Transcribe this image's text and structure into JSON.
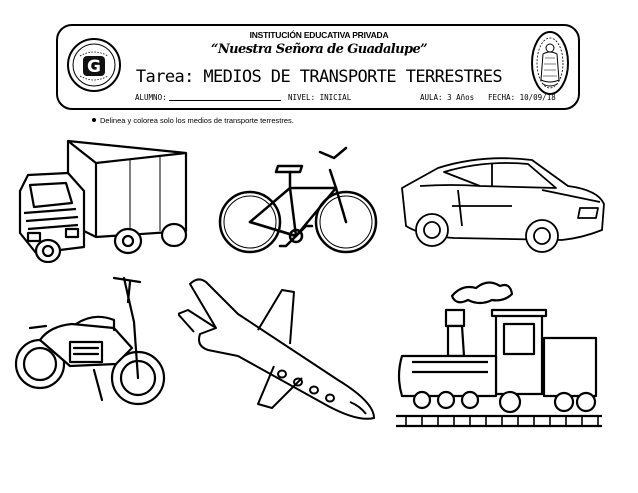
{
  "header": {
    "school_name": "INSTITUCIÓN EDUCATIVA PRIVADA",
    "school_motto": "“Nuestra Señora de Guadalupe”",
    "title": "Tarea: MEDIOS DE TRANSPORTE TERRESTRES",
    "alumno_label": "ALUMNO:",
    "nivel": "NIVEL: INICIAL",
    "aula": "AULA: 3 Años",
    "fecha": "FECHA: 10/09/18",
    "left_logo_letter": "G",
    "left_logo_icon": "school-crest-icon",
    "right_logo_icon": "virgin-guadalupe-icon"
  },
  "instruction": "Delinea y colorea solo los medios de transporte terrestres.",
  "vehicles": [
    {
      "icon": "truck-icon"
    },
    {
      "icon": "bicycle-icon"
    },
    {
      "icon": "car-icon"
    },
    {
      "icon": "motorcycle-icon"
    },
    {
      "icon": "airplane-icon"
    },
    {
      "icon": "train-icon"
    }
  ]
}
